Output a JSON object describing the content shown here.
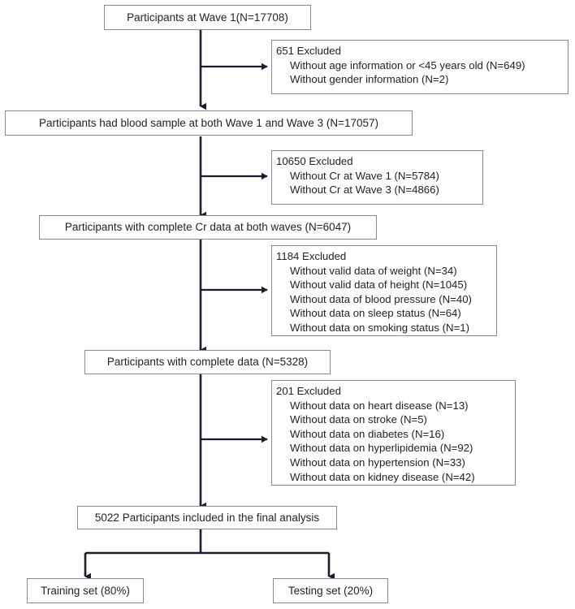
{
  "diagram": {
    "type": "participant-flow-chart",
    "stroke_color": "#1b1b2f",
    "box_border_color": "#8a8a8a",
    "text_color": "#231f20",
    "background": "#ffffff"
  },
  "nodes": {
    "wave1": "Participants at Wave 1(N=17708)",
    "blood_sample": "Participants had blood sample at both Wave 1 and Wave 3 (N=17057)",
    "cr_complete": "Participants with complete Cr data at both waves (N=6047)",
    "complete_data": "Participants with complete data (N=5328)",
    "final": "5022 Participants included in the final analysis",
    "training": "Training set (80%)",
    "testing": "Testing set (20%)"
  },
  "exclusions": [
    {
      "title": "651 Excluded",
      "items": [
        "Without age information or <45 years old (N=649)",
        "Without gender information (N=2)"
      ]
    },
    {
      "title": "10650 Excluded",
      "items": [
        "Without Cr at Wave 1 (N=5784)",
        "Without Cr at Wave 3 (N=4866)"
      ]
    },
    {
      "title": "1184 Excluded",
      "items": [
        "Without valid data of weight (N=34)",
        "Without valid data of height (N=1045)",
        "Without data of blood pressure (N=40)",
        "Without data on sleep status  (N=64)",
        "Without data on smoking status (N=1)"
      ]
    },
    {
      "title": "201 Excluded",
      "items": [
        "Without data on heart disease (N=13)",
        "Without data on stroke (N=5)",
        "Without data on diabetes (N=16)",
        "Without data on hyperlipidemia (N=92)",
        "Without data on hypertension (N=33)",
        "Without data on kidney disease (N=42)"
      ]
    }
  ]
}
